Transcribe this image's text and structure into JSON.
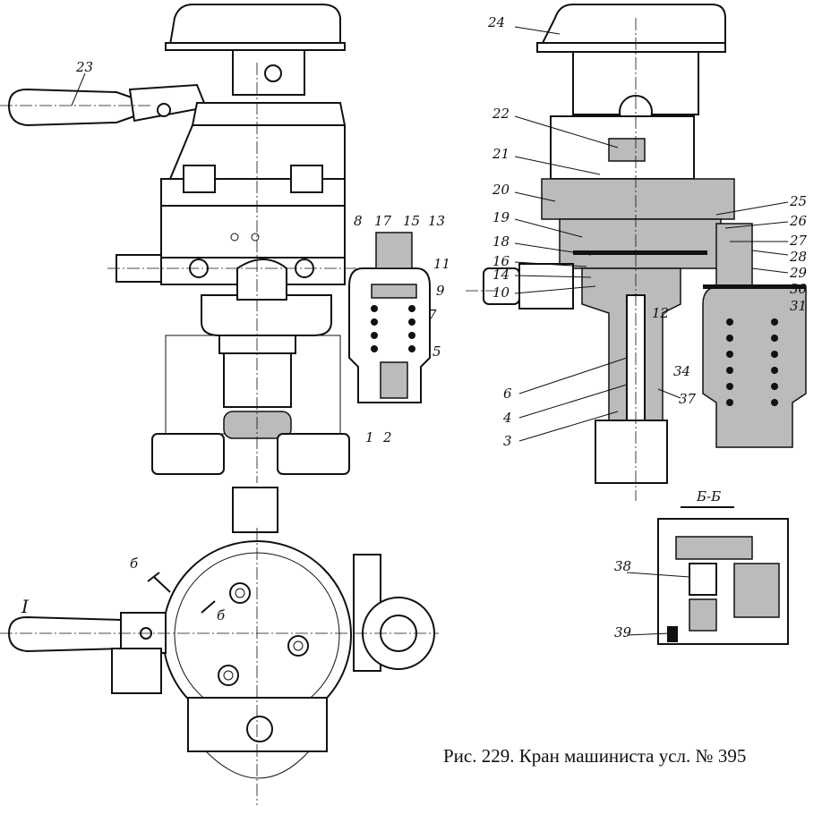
{
  "caption": "Рис. 229. Кран машиниста усл. № 395",
  "section_label": "Б-Б",
  "view_label": "I",
  "section_marks": [
    "б",
    "б"
  ],
  "labels": {
    "n1": "1",
    "n2": "2",
    "n3": "3",
    "n4": "4",
    "n5": "5",
    "n6": "6",
    "n7": "7",
    "n8": "8",
    "n9": "9",
    "n10": "10",
    "n11": "11",
    "n12": "12",
    "n13": "13",
    "n14": "14",
    "n15": "15",
    "n16": "16",
    "n17": "17",
    "n18": "18",
    "n19": "19",
    "n20": "20",
    "n21": "21",
    "n22": "22",
    "n23": "23",
    "n24": "24",
    "n25": "25",
    "n26": "26",
    "n27": "27",
    "n28": "28",
    "n29": "29",
    "n30": "30",
    "n31": "31",
    "n34": "34",
    "n37": "37",
    "n38": "38",
    "n39": "39"
  }
}
